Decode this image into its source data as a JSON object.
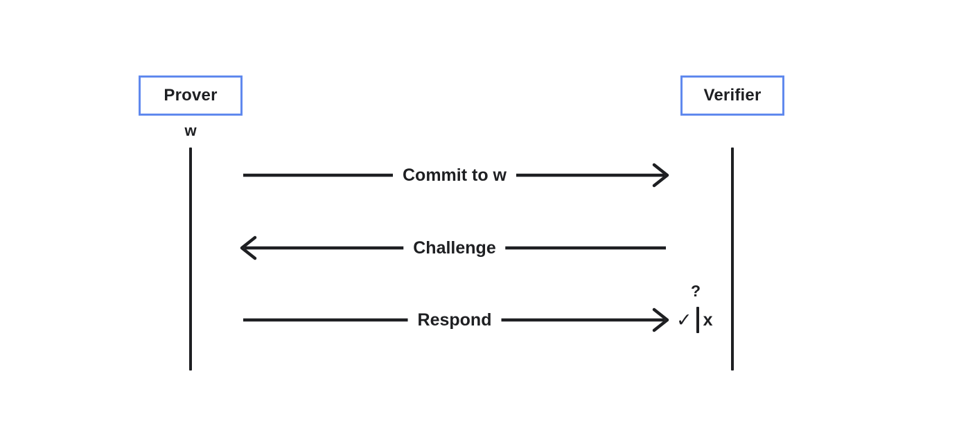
{
  "diagram": {
    "actors": [
      {
        "id": "prover",
        "label": "Prover"
      },
      {
        "id": "verifier",
        "label": "Verifier"
      }
    ],
    "witness_label": "w",
    "messages": [
      {
        "label": "Commit to w",
        "from": "prover",
        "to": "verifier",
        "direction": "right"
      },
      {
        "label": "Challenge",
        "from": "verifier",
        "to": "prover",
        "direction": "left"
      },
      {
        "label": "Respond",
        "from": "prover",
        "to": "verifier",
        "direction": "right"
      }
    ],
    "verdict": {
      "question_mark": "?",
      "accept_mark": "✓",
      "reject_mark": "x"
    },
    "colors": {
      "actor_border": "#6089ee",
      "line": "#1e1f22",
      "background": "#ffffff"
    }
  }
}
